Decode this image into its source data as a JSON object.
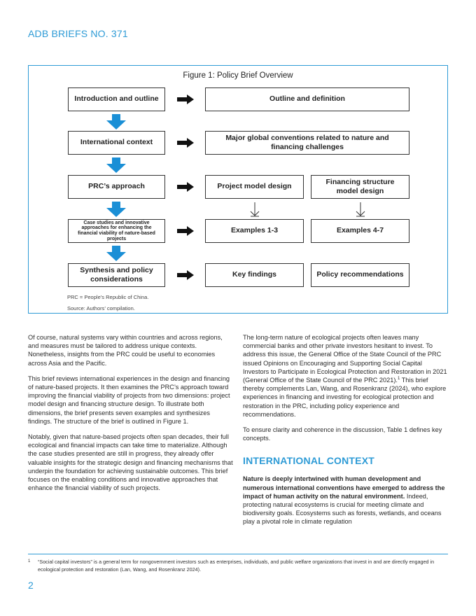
{
  "header": {
    "title": "ADB BRIEFS NO. 371"
  },
  "figure": {
    "title": "Figure 1: Policy Brief Overview",
    "left_boxes": [
      "Introduction and outline",
      "International context",
      "PRC’s approach",
      "Case studies and innovative approaches for enhancing the financial viability of nature-based projects",
      "Synthesis and policy considerations"
    ],
    "right_boxes": {
      "row1": "Outline and definition",
      "row2": "Major global conventions related to nature and financing challenges",
      "row3a": "Project model design",
      "row3b": "Financing structure model design",
      "row4a": "Examples 1-3",
      "row4b": "Examples 4-7",
      "row5a": "Key findings",
      "row5b": "Policy recommendations"
    },
    "note_abbrev": "PRC = People’s Republic of China.",
    "note_source": "Source: Authors’ compilation.",
    "arrow_color": "#1a8fd6"
  },
  "left_column": {
    "p1": "Of course, natural systems vary within countries and across regions, and measures must be tailored to address unique contexts. Nonetheless, insights from the PRC could be useful to economies across Asia and the Pacific.",
    "p2": "This brief reviews international experiences in the design and financing of nature-based projects. It then examines the PRC’s approach toward improving the financial viability of projects from two dimensions: project model design and financing structure design. To illustrate both dimensions, the brief presents seven examples and synthesizes findings. The structure of the brief is outlined in Figure 1.",
    "p3": "Notably, given that nature-based projects often span decades, their full ecological and financial impacts can take time to materialize. Although the case studies presented are still in progress, they already offer valuable insights for the strategic design and financing mechanisms that underpin the foundation for achieving sustainable outcomes. This brief focuses on the enabling conditions and innovative approaches that enhance the financial viability of such projects."
  },
  "right_column": {
    "p1_main": "The long-term nature of ecological projects often leaves many commercial banks and other private investors hesitant to invest. To address this issue, the General Office of the State Council of the PRC issued Opinions on Encouraging and Supporting Social Capital Investors to Participate in Ecological Protection and Restoration in 2021 (General Office of the State Council of the PRC 2021).",
    "p1_sup": "1",
    "p1_tail": " This brief thereby complements Lan, Wang, and Rosenkranz (2024), who explore experiences in financing and investing for ecological protection and restoration in the PRC, including policy experience and recommendations.",
    "p2": "To ensure clarity and coherence in the discussion, Table 1 defines key concepts.",
    "heading": "INTERNATIONAL CONTEXT",
    "p3_bold": "Nature is deeply intertwined with human development and numerous international conventions have emerged to address the impact of human activity on the natural environment.",
    "p3_rest": " Indeed, protecting natural ecosystems is crucial for meeting climate and biodiversity goals. Ecosystems such as forests, wetlands, and oceans play a pivotal role in climate regulation"
  },
  "footnote": {
    "number": "1",
    "text": "“Social capital investors” is a general term for nongovernment investors such as enterprises, individuals, and public welfare organizations that invest in and are directly engaged in ecological protection and restoration (Lan, Wang, and Rosenkranz 2024)."
  },
  "page_number": "2"
}
